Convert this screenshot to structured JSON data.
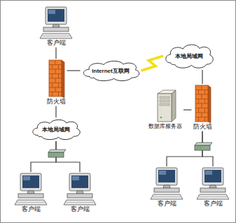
{
  "diagram": {
    "nodes": [
      {
        "text": [
          "客户端"
        ]
      },
      {
        "text": [
          "本地局域网"
        ]
      },
      {
        "text": [
          "防火墙"
        ]
      },
      {
        "text": [
          "Internet互联网"
        ]
      },
      {
        "text": [
          "数据库服务器"
        ]
      },
      {
        "text": [
          "防火墙"
        ]
      },
      {
        "text": [
          "本地局域网"
        ]
      },
      {
        "text": [
          "客户端"
        ]
      },
      {
        "text": [
          "客户端"
        ]
      },
      {
        "text": [
          "客户端"
        ]
      },
      {
        "text": [
          "客户端"
        ]
      }
    ],
    "edges": [
      {
        "from": 0,
        "to": 2,
        "arrow": "none"
      },
      {
        "from": 2,
        "to": 3,
        "arrow": "none"
      },
      {
        "from": 3,
        "to": 1,
        "arrow": "none"
      },
      {
        "from": 1,
        "to": 5,
        "arrow": "none"
      },
      {
        "from": 4,
        "to": 5,
        "arrow": "none"
      },
      {
        "from": 2,
        "to": 6,
        "arrow": "none"
      },
      {
        "from": 6,
        "to": 9,
        "arrow": "none"
      },
      {
        "from": 6,
        "to": 10,
        "arrow": "none"
      },
      {
        "from": 5,
        "to": 7,
        "arrow": "none"
      },
      {
        "from": 5,
        "to": 8,
        "arrow": "none"
      }
    ]
  }
}
